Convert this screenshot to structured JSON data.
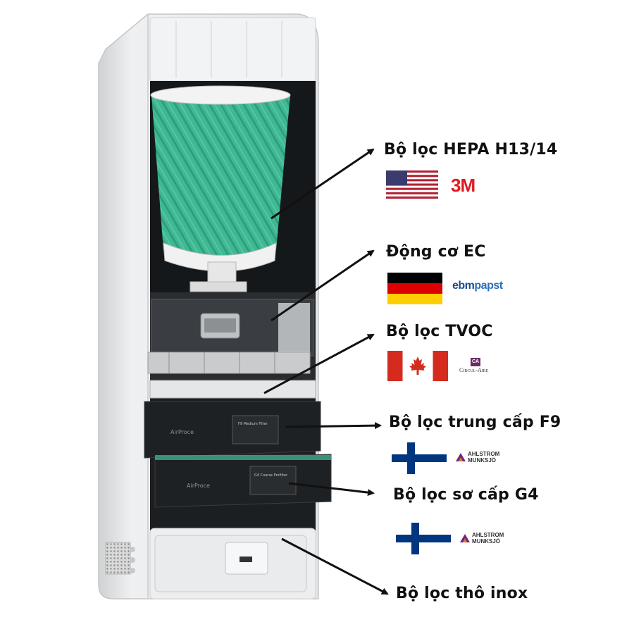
{
  "callouts": [
    {
      "label": "Bộ lọc HEPA H13/14",
      "country": "USA",
      "brand": "3M"
    },
    {
      "label": "Động cơ EC",
      "country": "Germany",
      "brand": "ebmpapst",
      "brand_parts": [
        "ebm",
        "papst"
      ]
    },
    {
      "label": "Bộ lọc TVOC",
      "country": "Canada",
      "brand": "CIRCUL-AIRE",
      "brand_mark": "CA",
      "brand_text": "Circul-Aire"
    },
    {
      "label": "Bộ lọc trung cấp F9",
      "country": "Finland",
      "brand": "AHLSTROM MUNKSJÖ",
      "brand_lines": [
        "AHLSTROM",
        "MUNKSJÖ"
      ]
    },
    {
      "label": "Bộ lọc sơ cấp G4",
      "country": "Finland",
      "brand": "AHLSTROM MUNKSJÖ",
      "brand_lines": [
        "AHLSTROM",
        "MUNKSJÖ"
      ]
    },
    {
      "label": "Bộ lọc thô inox"
    }
  ],
  "device": {
    "brand_name": "AirProce",
    "f9_panel_text": "F9 Medium Filter",
    "g4_panel_text": "G4 Coarse Prefilter"
  },
  "colors": {
    "hepa_green": "#3fb894",
    "hepa_dark": "#1f5a45",
    "brand_3m": "#e11b22",
    "ebm_blue": "#1b4f8c",
    "ebm_light": "#2f6fb5",
    "circul_purple": "#6b2c6b",
    "ahlstrom_purple": "#6b2a7a",
    "arrow": "#111111"
  }
}
